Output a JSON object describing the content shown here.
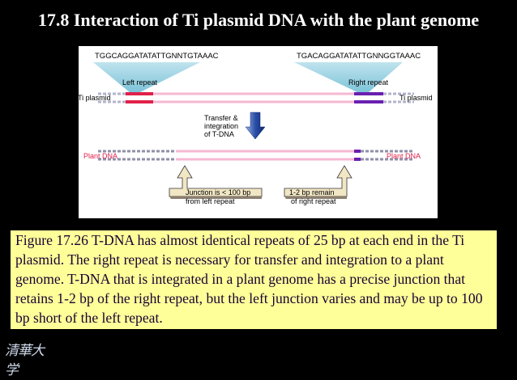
{
  "slide": {
    "title": "17.8 Interaction of Ti plasmid DNA with the plant genome"
  },
  "diagram": {
    "left_sequence": "TGGCAGGATATATTGNNTGTAAAC",
    "right_sequence": "TGACAGGATATATTGNNGGTAAAC",
    "left_repeat_label": "Left repeat",
    "right_repeat_label": "Right repeat",
    "ti_plasmid_left": "Ti plasmid",
    "ti_plasmid_right": "Ti plasmid",
    "transfer_line1": "Transfer &",
    "transfer_line2": "integration",
    "transfer_line3": "of T-DNA",
    "plant_dna_left": "Plant DNA",
    "plant_dna_right": "Plant DNA",
    "left_junction_line1": "Junction is < 100 bp",
    "left_junction_line2": "from left repeat",
    "right_junction_line1": "1-2 bp remain",
    "right_junction_line2": "of right repeat"
  },
  "caption": {
    "text": "Figure 17.26 T-DNA has almost identical repeats of 25 bp at each end in the Ti plasmid. The right repeat is necessary for transfer and integration to a plant genome. T-DNA that is integrated in a plant genome has a precise junction that retains 1-2 bp of the right repeat, but the left junction varies and may be up to 100 bp short of the left repeat."
  },
  "logo": {
    "text": "清華大学"
  },
  "colors": {
    "background": "#000000",
    "title": "#ffffff",
    "caption_bg": "#ffff99",
    "left_repeat": "#e0204a",
    "right_repeat": "#6a1fb0",
    "dna_strand": "#f5b8d0",
    "plant_label": "#e0204a",
    "arrow_fill": "#f2e7c4",
    "down_arrow": "#2a4fa8"
  }
}
